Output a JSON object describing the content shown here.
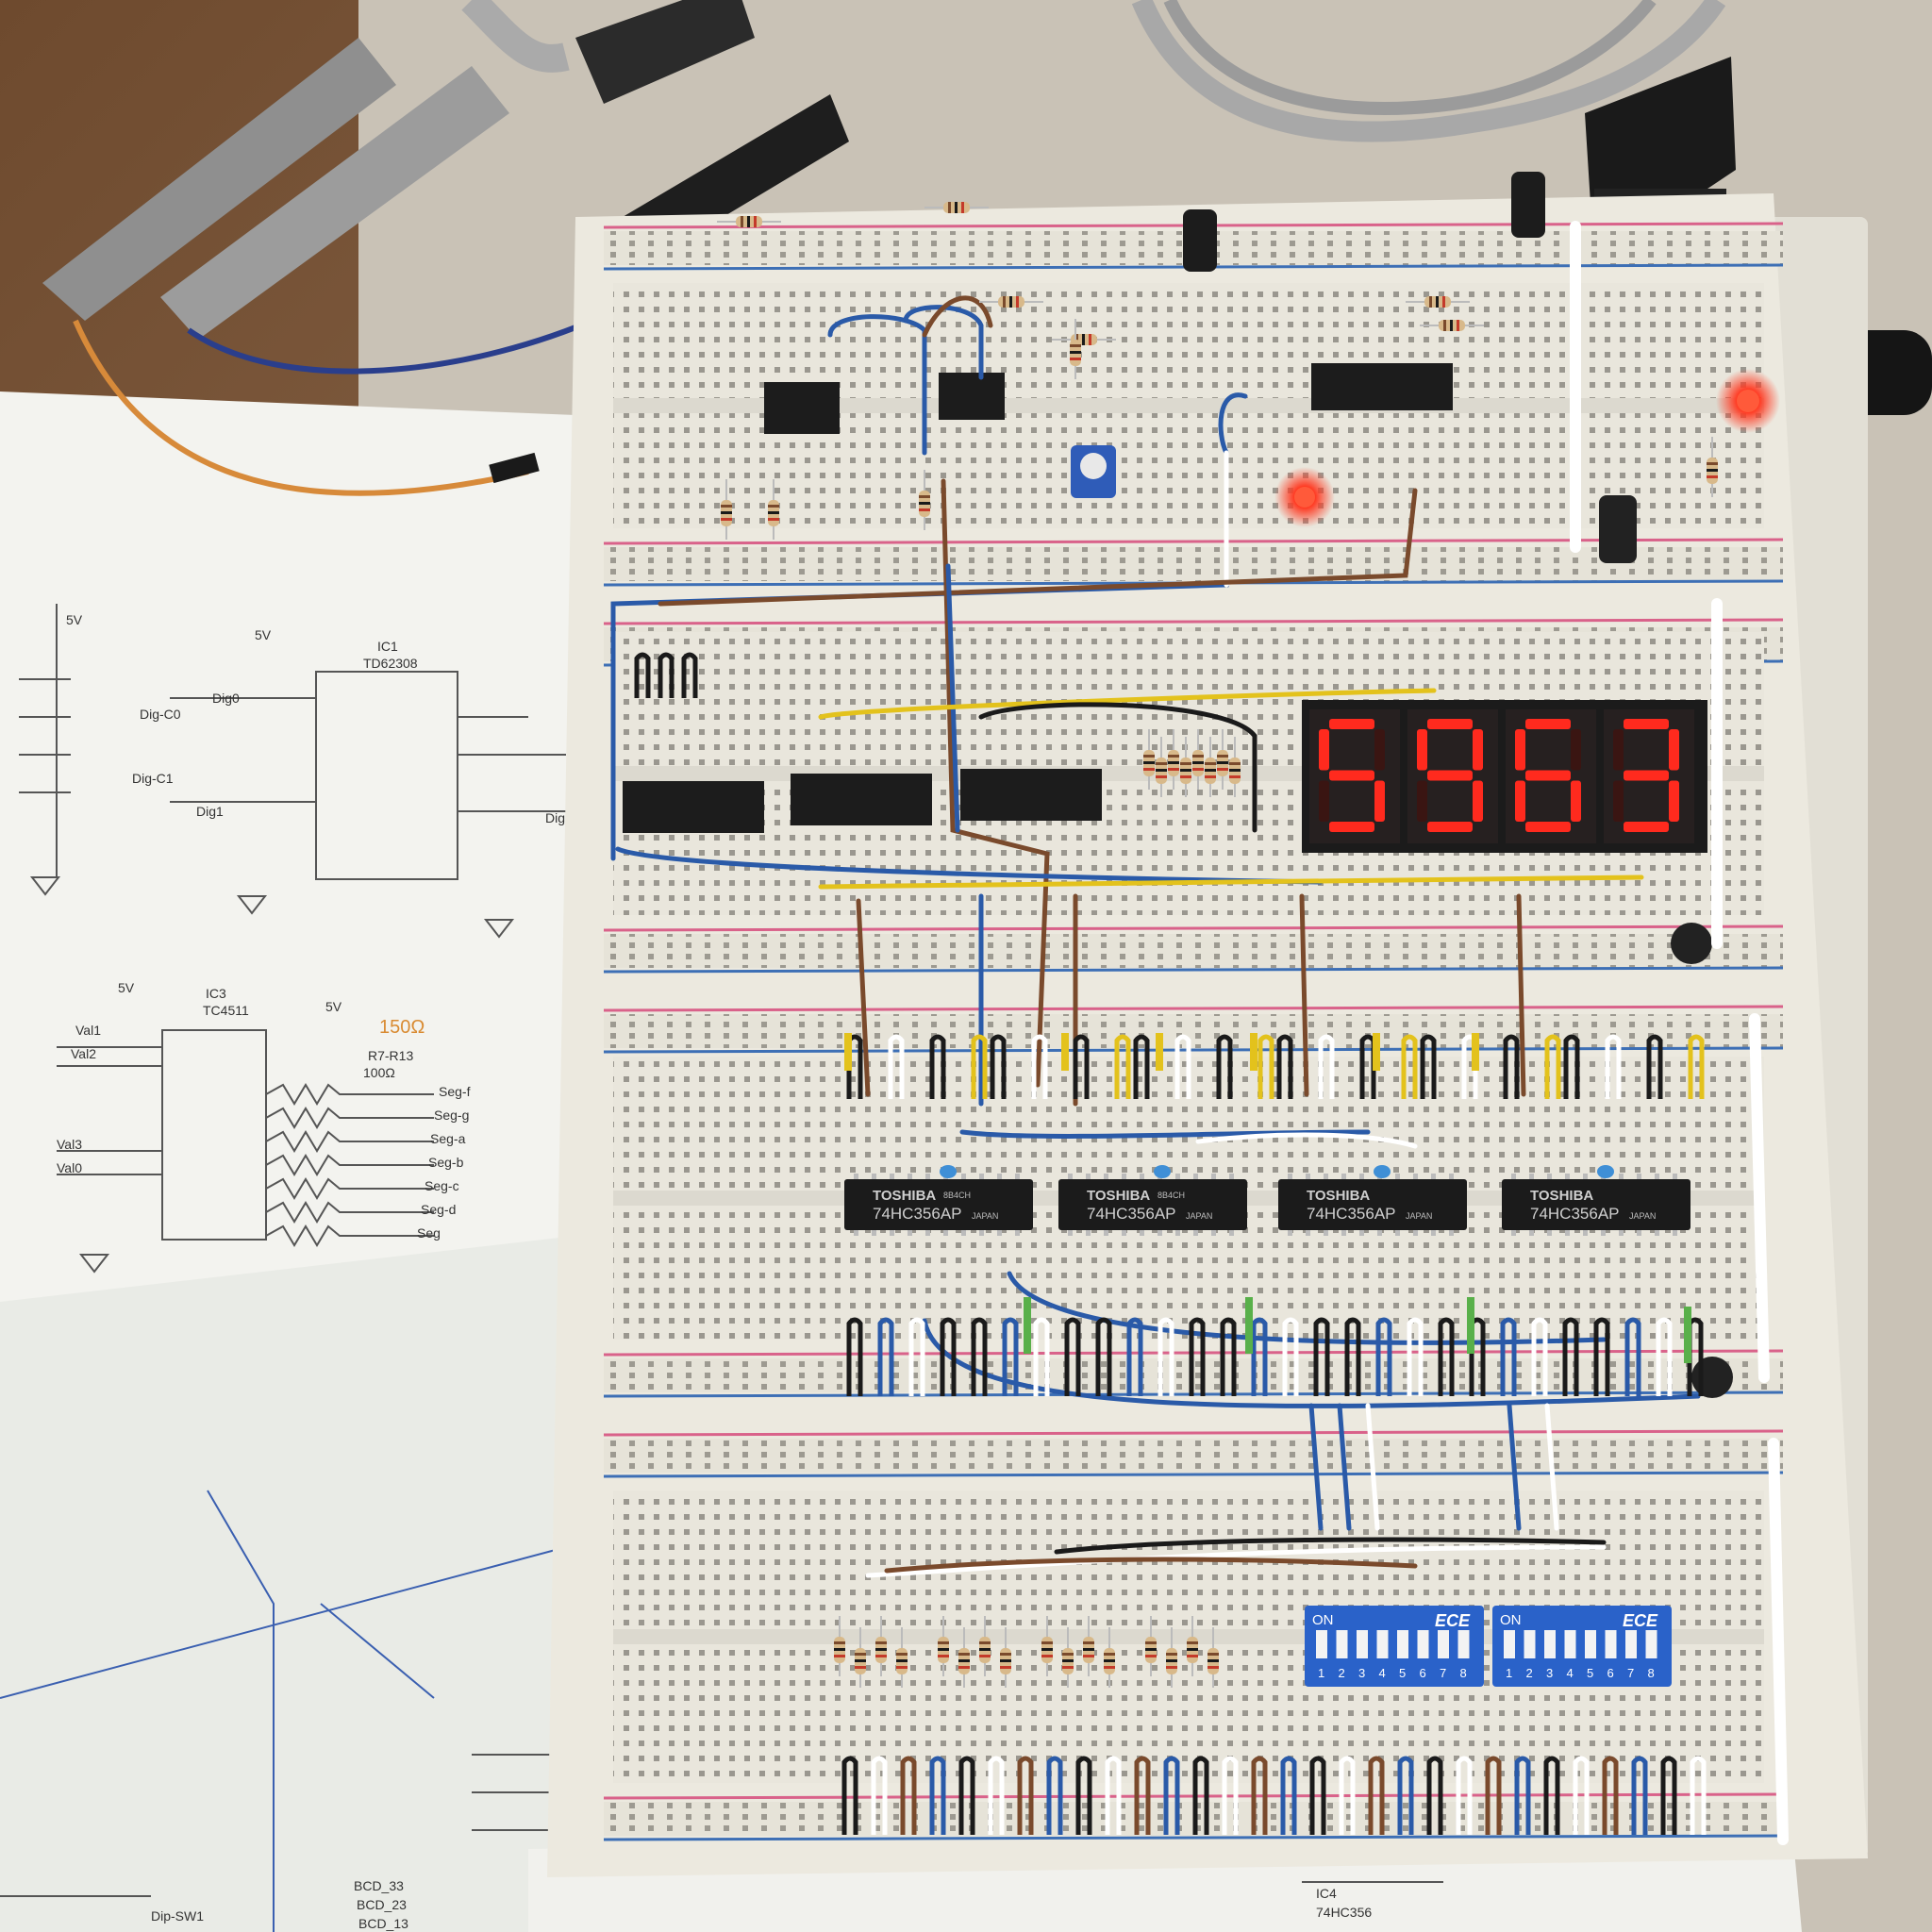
{
  "display": {
    "digits": [
      "5",
      "9",
      "6",
      "3"
    ],
    "segment_on_color": "#ff2a1e",
    "segment_off_color": "#3a1512"
  },
  "chips": [
    {
      "brand": "TOSHIBA",
      "part": "74HC356AP",
      "country": "JAPAN",
      "code": "8B4CH"
    },
    {
      "brand": "TOSHIBA",
      "part": "74HC356AP",
      "country": "JAPAN",
      "code": "8B4CH"
    },
    {
      "brand": "TOSHIBA",
      "part": "74HC356AP",
      "country": "JAPAN",
      "code": ""
    },
    {
      "brand": "TOSHIBA",
      "part": "74HC356AP",
      "country": "JAPAN",
      "code": ""
    }
  ],
  "dip_switches": [
    {
      "on_label": "ON",
      "brand": "ECE",
      "numbers": [
        "1",
        "2",
        "3",
        "4",
        "5",
        "6",
        "7",
        "8"
      ]
    },
    {
      "on_label": "ON",
      "brand": "ECE",
      "numbers": [
        "1",
        "2",
        "3",
        "4",
        "5",
        "6",
        "7",
        "8"
      ]
    }
  ],
  "schematic": {
    "ic1": {
      "ref": "IC1",
      "part": "TD62308"
    },
    "ic3": {
      "ref": "IC3",
      "part": "TC4511"
    },
    "ic4": {
      "ref": "IC4",
      "part": "74HC356"
    },
    "supply": "5V",
    "digit_nets": [
      "Dig-C0",
      "Dig-C1"
    ],
    "digit_labels": [
      "Dig0",
      "Dig1",
      "Dig"
    ],
    "value_nets": [
      "Val1",
      "Val2",
      "Val3",
      "Val0"
    ],
    "resistor_ref": "R7-R13",
    "resistor_value": "100Ω",
    "handwritten": "150Ω",
    "segment_nets": [
      "Seg-f",
      "Seg-g",
      "Seg-a",
      "Seg-b",
      "Seg-c",
      "Seg-d",
      "Seg"
    ],
    "bcd_nets": [
      "BCD_33",
      "BCD_23",
      "BCD_13"
    ],
    "switch_ref": "Dip-SW1"
  },
  "colors": {
    "breadboard": "#e9e6dc",
    "rail_red": "#d9628a",
    "rail_blue": "#3d6fb5",
    "wire_blue": "#2a5aa8",
    "wire_brown": "#7a4a2c",
    "wire_yellow": "#e3c21c",
    "wire_black": "#1a1a1a",
    "led_red": "#ff2b1c",
    "dip_blue": "#2a62c9",
    "table": "#8a6a4c",
    "paper": "#f2f2ee"
  }
}
